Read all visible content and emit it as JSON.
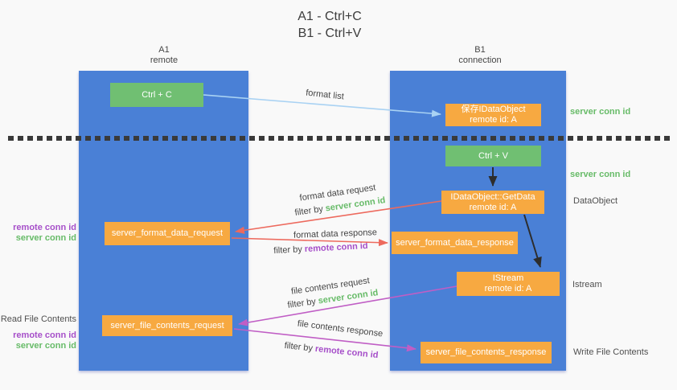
{
  "title": {
    "line1": "A1 - Ctrl+C",
    "line2": "B1 - Ctrl+V"
  },
  "columns": {
    "a1": {
      "name": "A1",
      "subtitle": "remote"
    },
    "b1": {
      "name": "B1",
      "subtitle": "connection"
    }
  },
  "boxes": {
    "ctrl_c": {
      "label": "Ctrl + C"
    },
    "save_dataobject": {
      "line1": "保存IDataObject",
      "line2": "remote id: A"
    },
    "ctrl_v": {
      "label": "Ctrl + V"
    },
    "getdata": {
      "line1": "IDataObject::GetData",
      "line2": "remote id: A"
    },
    "format_request": {
      "label": "server_format_data_request"
    },
    "format_response": {
      "label": "server_format_data_response"
    },
    "istream": {
      "line1": "IStream",
      "line2": "remote id: A"
    },
    "file_request": {
      "label": "server_file_contents_request"
    },
    "file_response": {
      "label": "server_file_contents_response"
    }
  },
  "flow_labels": {
    "format_list": "format list",
    "format_data_request": "format data request",
    "filter_format_request": {
      "prefix": "filter by ",
      "id": "server conn id"
    },
    "format_data_response": "format data response",
    "filter_format_response": {
      "prefix": "filter by ",
      "id": "remote conn id"
    },
    "file_contents_request": "file contents request",
    "filter_file_request": {
      "prefix": "filter by ",
      "id": "server conn id"
    },
    "file_contents_response": "file contents response",
    "filter_file_response": {
      "prefix": "filter by ",
      "id": "remote conn id"
    }
  },
  "left_labels": {
    "format_remote": "remote conn id",
    "format_server": "server conn id",
    "read_title": "Read File Contents",
    "file_remote": "remote conn id",
    "file_server": "server conn id"
  },
  "right_labels": {
    "server_conn_top": "server conn id",
    "server_conn_mid": "server conn id",
    "dataobject": "DataObject",
    "istream": "Istream",
    "write_title": "Write File Contents"
  },
  "colors": {
    "background": "#f9f9f9",
    "column_blue": "#4a80d6",
    "box_orange": "#f7a941",
    "box_green": "#70bf72",
    "arrow_blue": "#a9d2f3",
    "arrow_red": "#ed6a5e",
    "arrow_magenta": "#c05ec5",
    "arrow_black": "#2d2d2d",
    "text_green": "#67bb68",
    "text_purple": "#a64fc9",
    "text_dark": "#454545"
  }
}
